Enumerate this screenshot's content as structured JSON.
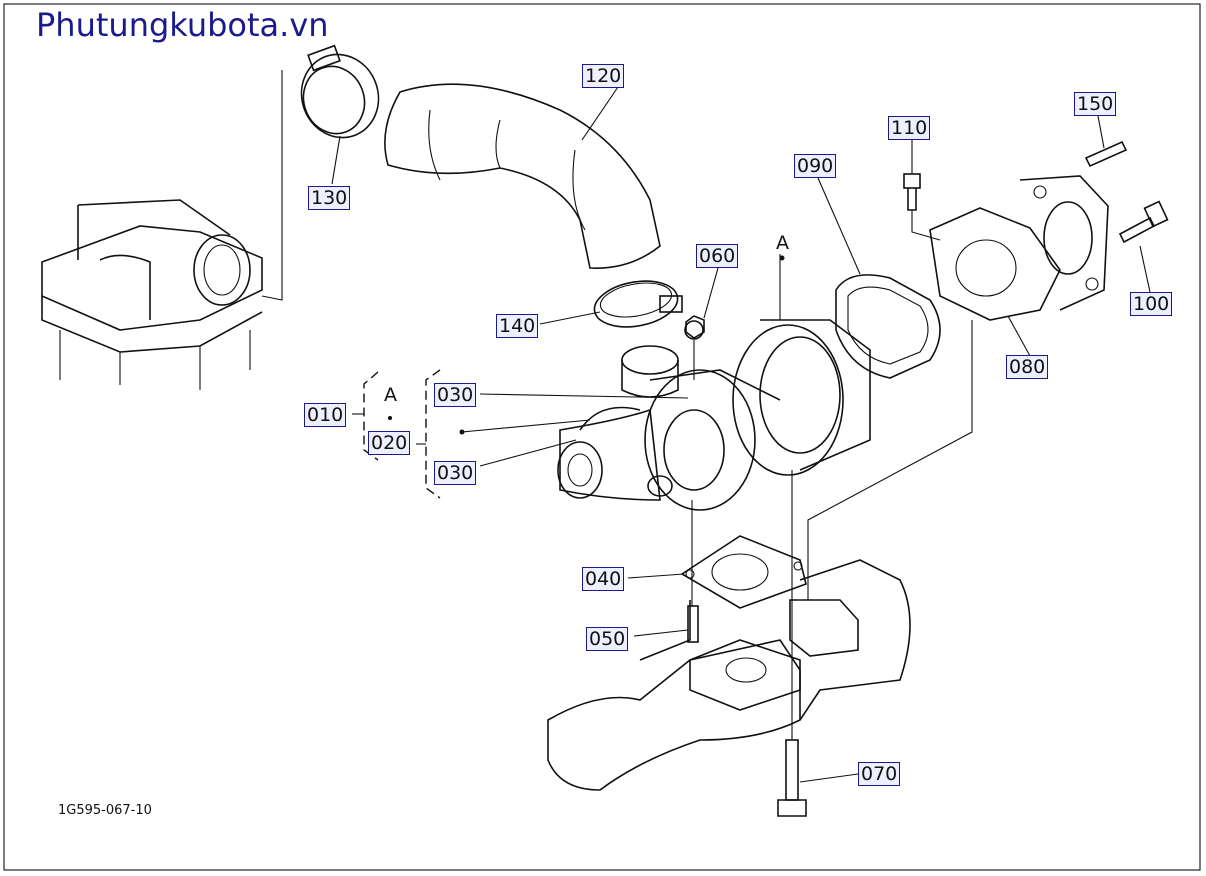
{
  "watermark": "Phutungkubota.vn",
  "drawing_number": "1G595-067-10",
  "group_letters": {
    "top_right": "A",
    "bracket": "A"
  },
  "callouts": {
    "c120": "120",
    "c130": "130",
    "c140": "140",
    "c060": "060",
    "c090": "090",
    "c110": "110",
    "c150": "150",
    "c100": "100",
    "c080": "080",
    "c010": "010",
    "c020": "020",
    "c030a": "030",
    "c030b": "030",
    "c040": "040",
    "c050": "050",
    "c070": "070"
  }
}
